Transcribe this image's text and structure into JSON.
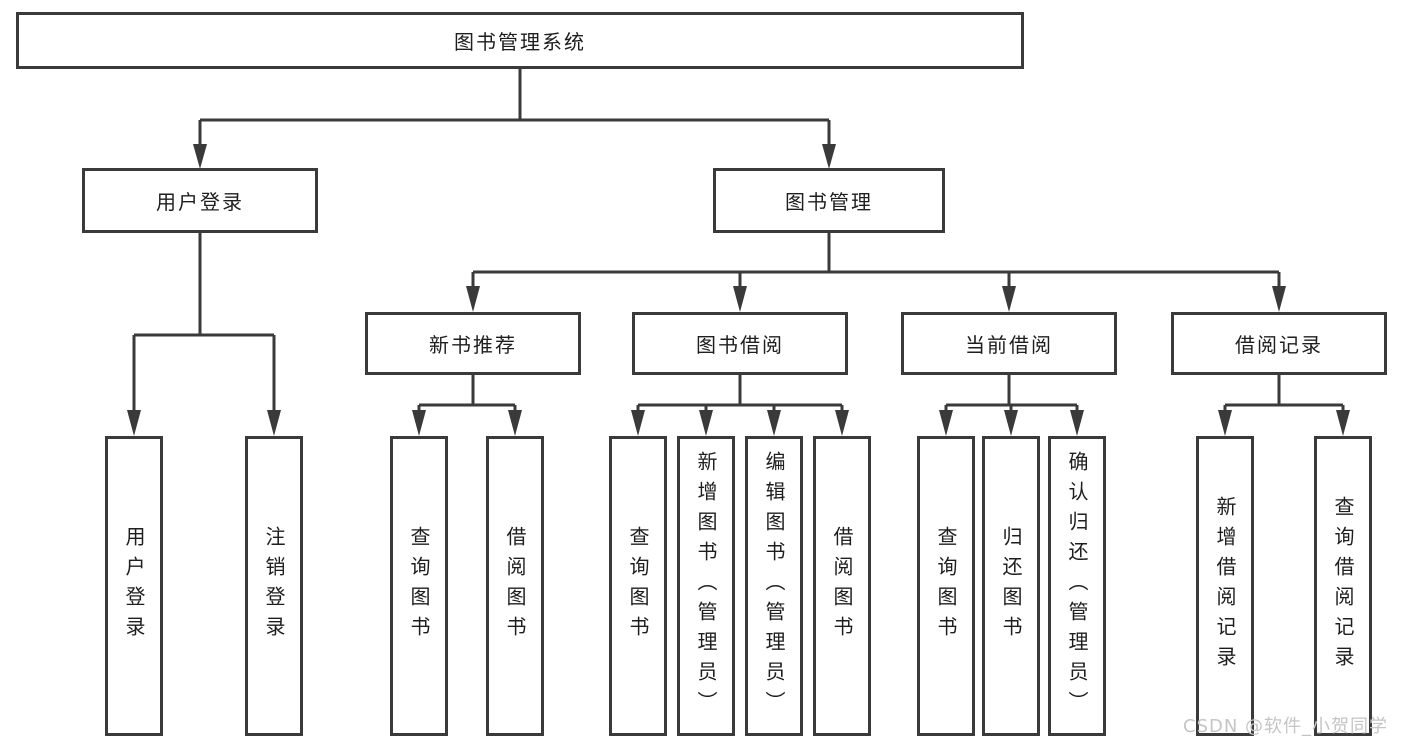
{
  "colors": {
    "line": "#3a3a3a",
    "text": "#1e1e1e",
    "box_bg": "#ffffff",
    "watermark": "#c5c5c5"
  },
  "watermark": "CSDN @软件_小贺同学",
  "tree": {
    "root": {
      "label": "图书管理系统"
    },
    "branches": [
      {
        "label": "用户登录",
        "children": [
          {
            "label": "用户登录"
          },
          {
            "label": "注销登录"
          }
        ]
      },
      {
        "label": "图书管理",
        "children": [
          {
            "label": "新书推荐",
            "children": [
              {
                "label": "查询图书"
              },
              {
                "label": "借阅图书"
              }
            ]
          },
          {
            "label": "图书借阅",
            "children": [
              {
                "label": "查询图书"
              },
              {
                "label": "新增图书（管理员）"
              },
              {
                "label": "编辑图书（管理员）"
              },
              {
                "label": "借阅图书"
              }
            ]
          },
          {
            "label": "当前借阅",
            "children": [
              {
                "label": "查询图书"
              },
              {
                "label": "归还图书"
              },
              {
                "label": "确认归还（管理员）"
              }
            ]
          },
          {
            "label": "借阅记录",
            "children": [
              {
                "label": "新增借阅记录"
              },
              {
                "label": "查询借阅记录"
              }
            ]
          }
        ]
      }
    ]
  }
}
